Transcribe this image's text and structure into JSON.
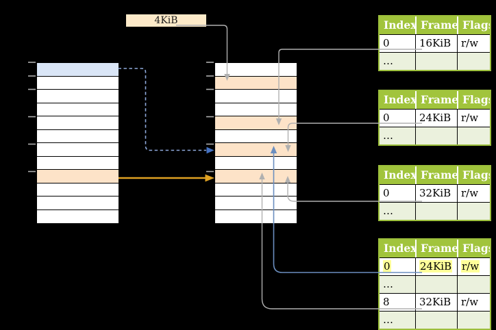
{
  "diagram": {
    "page_size_label": "4KiB",
    "left_column": {
      "cells": [
        "blue",
        "white",
        "white",
        "white",
        "white",
        "white",
        "white",
        "white",
        "orange",
        "white",
        "white",
        "white"
      ]
    },
    "middle_column": {
      "cells": [
        "white",
        "orange",
        "white",
        "white",
        "orange",
        "white",
        "orange",
        "white",
        "orange",
        "white",
        "white",
        "white"
      ]
    },
    "page_tables": [
      {
        "headers": [
          "Index",
          "Frame",
          "Flags"
        ],
        "rows": [
          {
            "cells": [
              "0",
              "16KiB",
              "r/w"
            ],
            "variant": "plain",
            "highlight": false
          },
          {
            "cells": [
              "…",
              "",
              ""
            ],
            "variant": "alt",
            "highlight": false
          }
        ]
      },
      {
        "headers": [
          "Index",
          "Frame",
          "Flags"
        ],
        "rows": [
          {
            "cells": [
              "0",
              "24KiB",
              "r/w"
            ],
            "variant": "plain",
            "highlight": false
          },
          {
            "cells": [
              "…",
              "",
              ""
            ],
            "variant": "alt",
            "highlight": false
          }
        ]
      },
      {
        "headers": [
          "Index",
          "Frame",
          "Flags"
        ],
        "rows": [
          {
            "cells": [
              "0",
              "32KiB",
              "r/w"
            ],
            "variant": "plain",
            "highlight": false
          },
          {
            "cells": [
              "…",
              "",
              ""
            ],
            "variant": "alt",
            "highlight": false
          }
        ]
      },
      {
        "headers": [
          "Index",
          "Frame",
          "Flags"
        ],
        "rows": [
          {
            "cells": [
              "0",
              "24KiB",
              "r/w"
            ],
            "variant": "plain",
            "highlight": true
          },
          {
            "cells": [
              "…",
              "",
              ""
            ],
            "variant": "alt",
            "highlight": false
          },
          {
            "cells": [
              "8",
              "32KiB",
              "r/w"
            ],
            "variant": "plain",
            "highlight": false
          },
          {
            "cells": [
              "…",
              "",
              ""
            ],
            "variant": "alt",
            "highlight": false
          }
        ]
      }
    ],
    "colors": {
      "background": "#000000",
      "header_green": "#a1c43c",
      "table_border_green": "#9cbf3b",
      "alt_row_green": "#ebf1dd",
      "highlight_yellow": "#ffff99",
      "cell_blue": "#dae6f7",
      "cell_orange": "#fde3c8",
      "label_box": "#fdeac9",
      "connector_gray": "#b0b0b0",
      "connector_blue": "#6b8ebf",
      "arrow_dark_blue": "#4472c4",
      "dashed_blue": "#8faadc",
      "arrow_gold": "#dfa122"
    }
  }
}
